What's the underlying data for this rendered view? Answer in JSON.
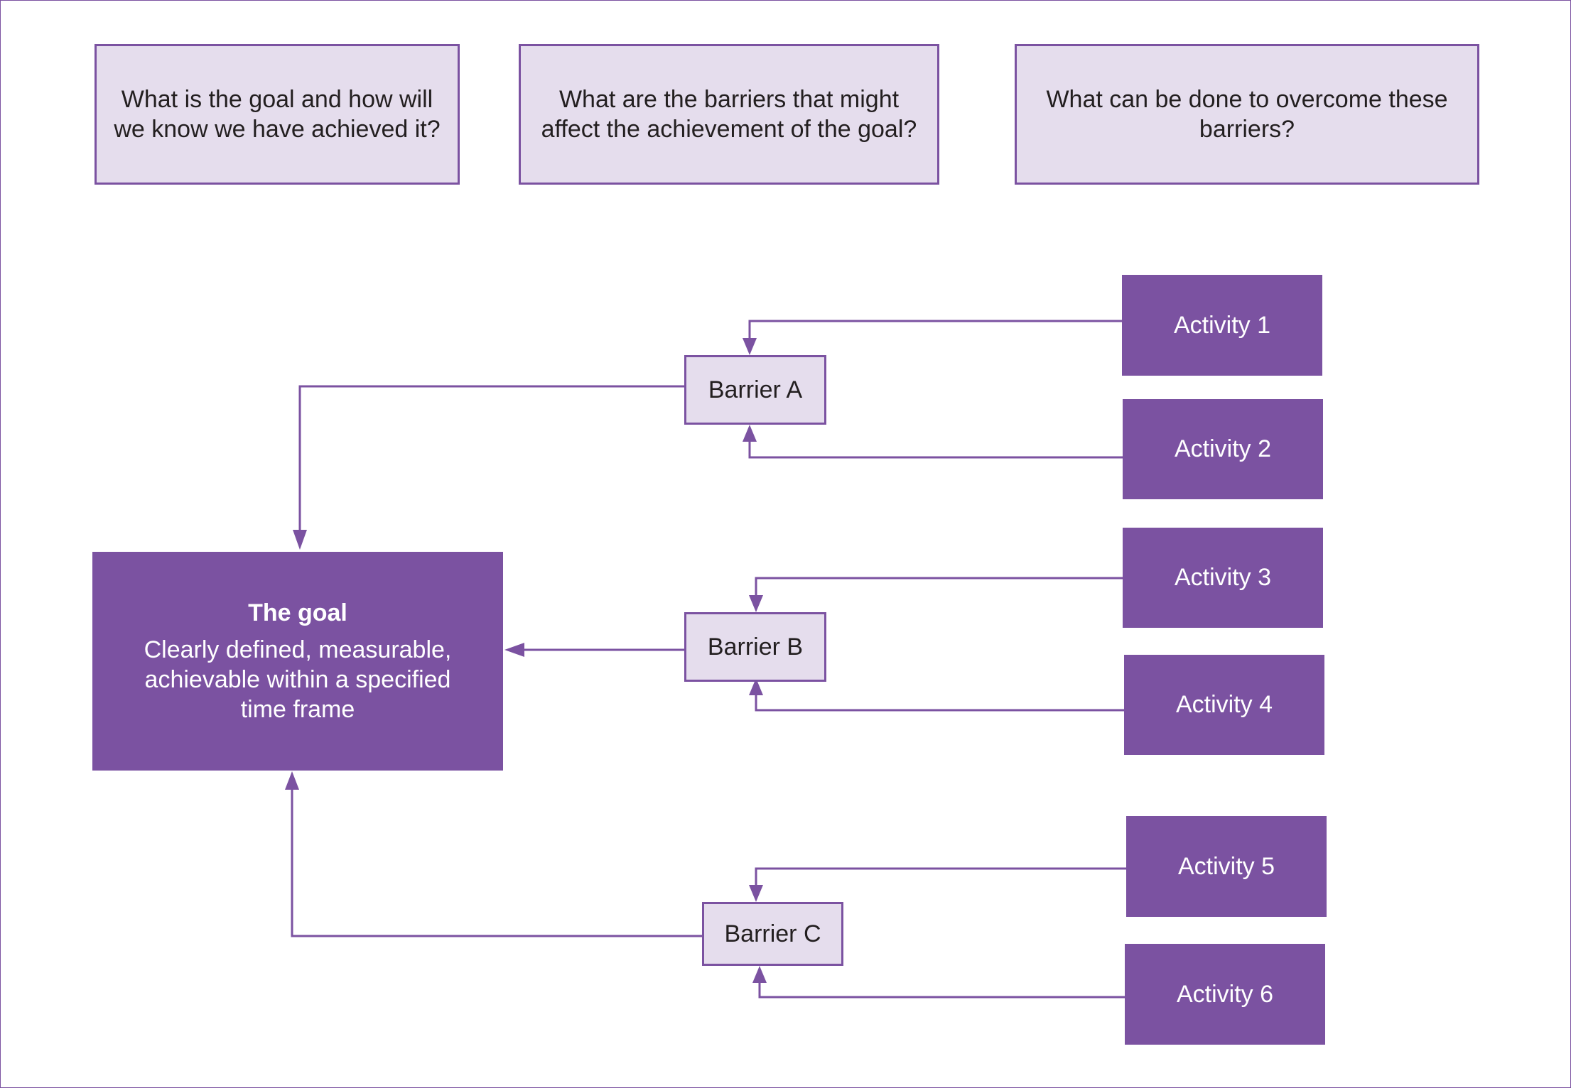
{
  "questions": {
    "q1": "What is the goal and how will we know we have achieved it?",
    "q2": "What are the barriers that might affect the achievement of the goal?",
    "q3": "What can be done to overcome these barriers?"
  },
  "goal": {
    "title": "The goal",
    "description": "Clearly defined, measurable, achievable within a specified time frame"
  },
  "barriers": {
    "a": "Barrier A",
    "b": "Barrier B",
    "c": "Barrier C"
  },
  "activities": {
    "a1": "Activity 1",
    "a2": "Activity 2",
    "a3": "Activity 3",
    "a4": "Activity 4",
    "a5": "Activity 5",
    "a6": "Activity 6"
  },
  "colors": {
    "purple": "#7b52a1",
    "lavender": "#e5dded"
  }
}
